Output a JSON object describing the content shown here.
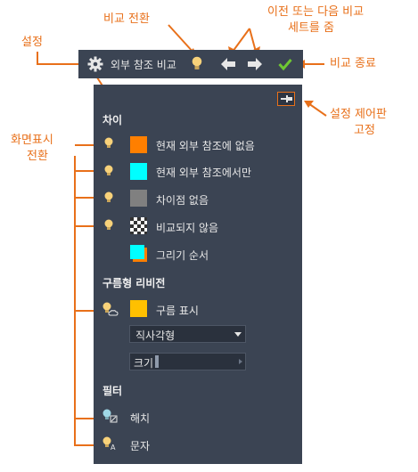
{
  "annotations": {
    "compare_toggle": "비교 전환",
    "prev_next_line1": "이전 또는 다음 비교",
    "prev_next_line2": "세트를 줌",
    "settings": "설정",
    "exit_compare": "비교 종료",
    "pin_line1": "설정 제어판",
    "pin_line2": "고정",
    "display_toggle_line1": "화면표시",
    "display_toggle_line2": "전환"
  },
  "toolbar": {
    "title": "외부 참조 비교"
  },
  "panel": {
    "difference": {
      "heading": "차이",
      "items": [
        {
          "label": "현재 외부 참조에 없음",
          "color": "#ff7f00"
        },
        {
          "label": "현재 외부 참조에서만",
          "color": "#00ffff"
        },
        {
          "label": "차이점 없음",
          "color": "#808080"
        },
        {
          "label": "비교되지 않음",
          "color": "checker"
        },
        {
          "label": "그리기 순서",
          "color": "#ff7f00"
        }
      ]
    },
    "revcloud": {
      "heading": "구름형 리비전",
      "show_label": "구름 표시",
      "show_color": "#ffc000",
      "shape": "직사각형",
      "size_label": "크기",
      "size_level": 0.22
    },
    "filter": {
      "heading": "필터",
      "hatch": "해치",
      "text": "문자"
    }
  },
  "colors": {
    "accent": "#e8701a",
    "panel_bg": "#3b4453",
    "bulb": "#f8d27a",
    "check": "#6fc832"
  }
}
